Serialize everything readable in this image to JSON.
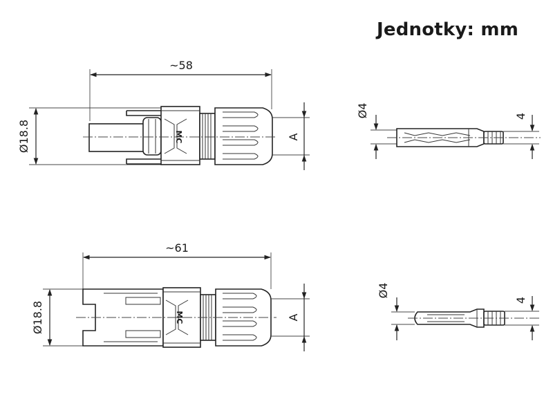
{
  "units_label": "Jednotky: mm",
  "male_connector": {
    "length_label": "~58",
    "diameter_label": "Ø18.8",
    "wrench_label": "A",
    "brand_mark": "MC",
    "pin": {
      "diameter_label": "Ø4",
      "size_label": "4"
    }
  },
  "female_connector": {
    "length_label": "~61",
    "diameter_label": "Ø18.8",
    "wrench_label": "A",
    "brand_mark": "MC",
    "pin": {
      "diameter_label": "Ø4",
      "size_label": "4"
    }
  }
}
